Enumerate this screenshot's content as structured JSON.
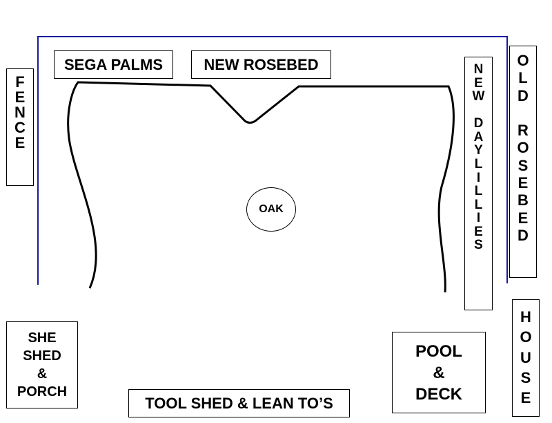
{
  "colors": {
    "fence_line": "#1a1a9e",
    "bed_outline": "#000000"
  },
  "labels": {
    "sega_palms": "SEGA PALMS",
    "new_rosebed": "NEW ROSEBED",
    "fence": "FENCE",
    "new_daylillies": "NEW DAYLILLIES",
    "old_rosebed": "OLD ROSEBED",
    "oak": "OAK",
    "she_shed_porch": [
      "SHE",
      "SHED",
      "&",
      "PORCH"
    ],
    "tool_shed": "TOOL SHED & LEAN TO’S",
    "pool_deck": [
      "POOL",
      "&",
      "DECK"
    ],
    "house": "HOUSE"
  }
}
